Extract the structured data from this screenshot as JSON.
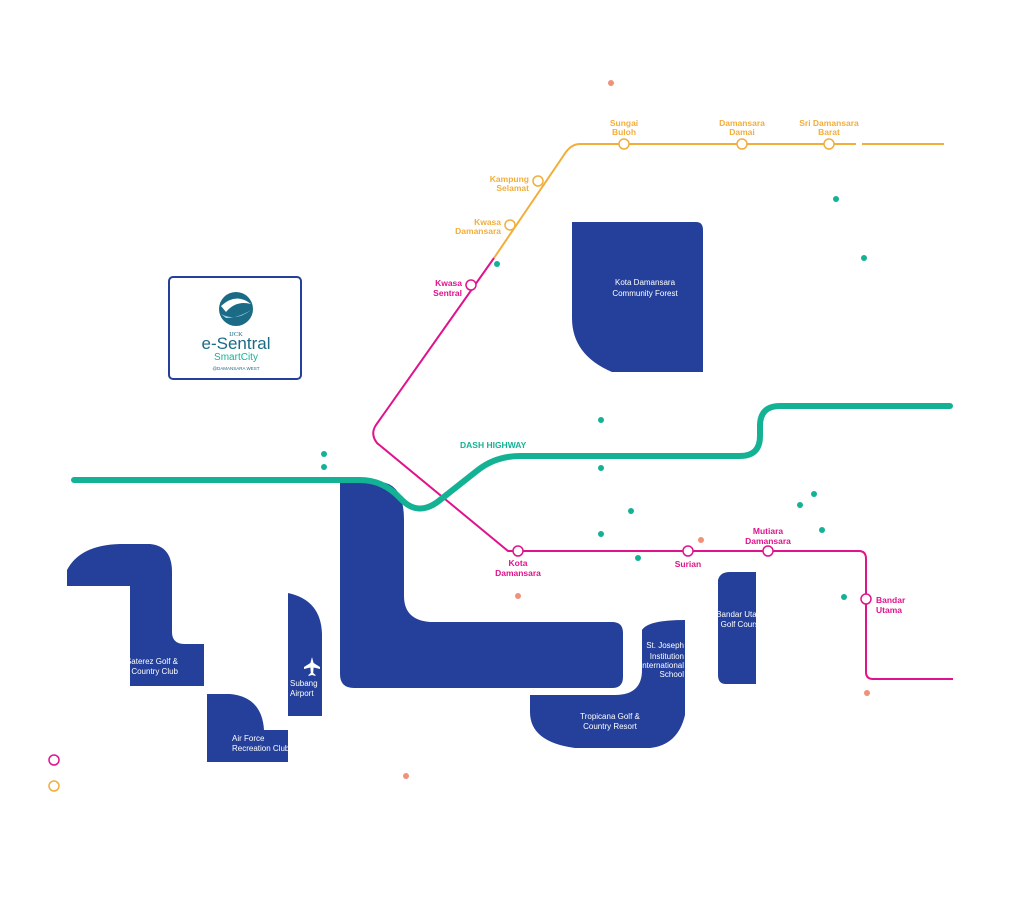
{
  "colors": {
    "blue": "#24409a",
    "teal": "#14b295",
    "magenta": "#e0138c",
    "orange": "#f2ae3c",
    "salmon": "#f0917a",
    "white": "#ffffff",
    "logo_teal": "#1b6b86"
  },
  "logo": {
    "brand_small": "IJCK",
    "brand_name": "e-Sentral",
    "tagline": "SmartCity",
    "location": "@DAMANSARA WEST"
  },
  "highway": {
    "label": "DASH HIGHWAY"
  },
  "stations": {
    "sungai_buloh": [
      "Sungai",
      "Buloh"
    ],
    "damansara_damai": [
      "Damansara",
      "Damai"
    ],
    "sri_damansara_barat": [
      "Sri Damansara",
      "Barat"
    ],
    "kampung_selamat": [
      "Kampung",
      "Selamat"
    ],
    "kwasa_damansara": [
      "Kwasa",
      "Damansara"
    ],
    "kwasa_sentral": [
      "Kwasa",
      "Sentral"
    ],
    "kota_damansara": [
      "Kota",
      "Damansara"
    ],
    "surian": [
      "Surian"
    ],
    "mutiara_damansara": [
      "Mutiara",
      "Damansara"
    ],
    "bandar_utama": [
      "Bandar",
      "Utama"
    ]
  },
  "places": {
    "kd_forest": [
      "Kota Damansara",
      "Community Forest"
    ],
    "saujana": [
      "Saterez Golf &",
      "Country Club"
    ],
    "subang": [
      "Subang",
      "Airport"
    ],
    "air_force": [
      "Air Force",
      "Recreation Club"
    ],
    "tropicana": [
      "Tropicana Golf &",
      "Country Resort"
    ],
    "st_joseph": [
      "St. Joseph",
      "Institution",
      "International",
      "School"
    ],
    "bandar_utama_golf": [
      "Bandar Utama",
      "Golf Course"
    ]
  },
  "legend": [
    {
      "icon": "magenta-ring-icon"
    },
    {
      "icon": "orange-ring-icon"
    }
  ],
  "icons": {
    "airport": "airplane-icon"
  }
}
